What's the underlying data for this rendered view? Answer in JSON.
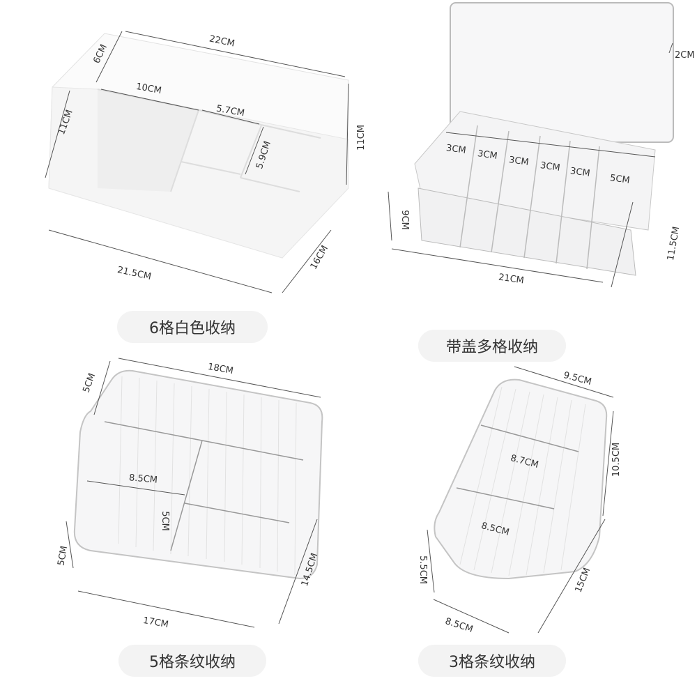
{
  "products": [
    {
      "caption": "6格白色收纳",
      "dims": {
        "top_width": "22CM",
        "back_height": "6CM",
        "side_height": "11CM",
        "right_height": "11CM",
        "divider_10": "10CM",
        "divider_57": "5.7CM",
        "divider_59": "5.9CM",
        "bottom_width": "21.5CM",
        "depth": "16CM"
      }
    },
    {
      "caption": "带盖多格收纳",
      "dims": {
        "lid": "2CM",
        "c1": "3CM",
        "c2": "3CM",
        "c3": "3CM",
        "c4": "3CM",
        "c5": "3CM",
        "c6": "5CM",
        "height": "9CM",
        "width": "21CM",
        "depth": "11.5CM"
      }
    },
    {
      "caption": "5格条纹收纳",
      "dims": {
        "top_width": "18CM",
        "back_height": "5CM",
        "front_height": "5CM",
        "divider_85": "8.5CM",
        "divider_5": "5CM",
        "bottom_width": "17CM",
        "depth": "14.5CM"
      }
    },
    {
      "caption": "3格条纹收纳",
      "dims": {
        "top_width": "9.5CM",
        "height": "10.5CM",
        "divider_87": "8.7CM",
        "divider_85": "8.5CM",
        "front_height": "5.5CM",
        "bottom_width": "8.5CM",
        "depth": "15CM"
      }
    }
  ]
}
